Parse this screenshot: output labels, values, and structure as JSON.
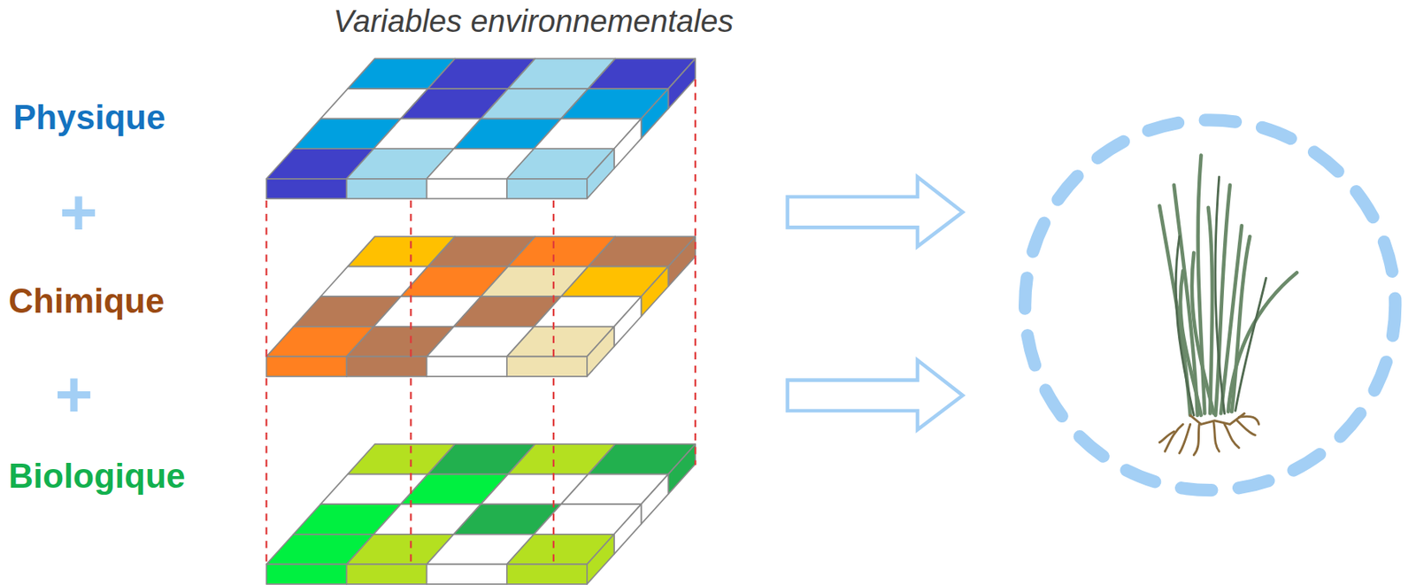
{
  "diagram": {
    "title": "Variables environnementales",
    "labels": [
      "Physique",
      "+",
      "Chimique",
      "+",
      "Biologique"
    ]
  }
}
